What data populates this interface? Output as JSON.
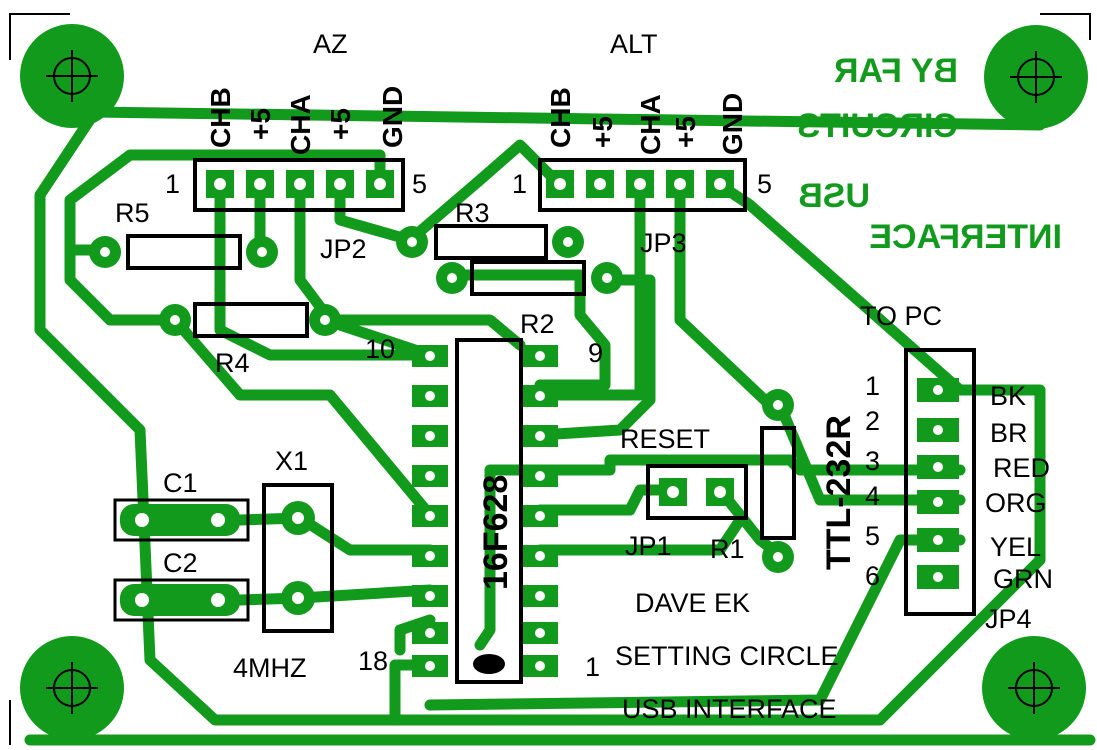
{
  "colors": {
    "copper": "#129a1c",
    "silkscreen": "#000000",
    "board": "#ffffff"
  },
  "labels": {
    "az": "AZ",
    "alt": "ALT",
    "az_pins": [
      "CHB",
      "+5",
      "CHA",
      "+5",
      "GND"
    ],
    "alt_pins": [
      "CHB",
      "+5",
      "CHA",
      "+5",
      "GND"
    ],
    "pin_first": "1",
    "pin_last": "5",
    "jp2": "JP2",
    "jp3": "JP3",
    "jp1": "JP1",
    "jp4": "JP4",
    "r1": "R1",
    "r2": "R2",
    "r3": "R3",
    "r4": "R4",
    "r5": "R5",
    "c1": "C1",
    "c2": "C2",
    "x1": "X1",
    "crystal": "4MHZ",
    "ic": "16F628",
    "ic_pin10": "10",
    "ic_pin9": "9",
    "ic_pin18": "18",
    "ic_pin1": "1",
    "reset": "RESET",
    "ttl": "TTL-232R",
    "to_pc": "TO PC",
    "to_pc_pins": [
      "1",
      "2",
      "3",
      "4",
      "5",
      "6"
    ],
    "wire_colors": [
      "BK",
      "BR",
      "RED",
      "ORG",
      "YEL",
      "GRN"
    ],
    "author": "DAVE EK",
    "title_line1": "SETTING CIRCLE",
    "title_line2": "USB INTERFACE",
    "copper_text": [
      "BY FAR",
      "CIRCUITS",
      "USB",
      "INTERFACE"
    ]
  }
}
